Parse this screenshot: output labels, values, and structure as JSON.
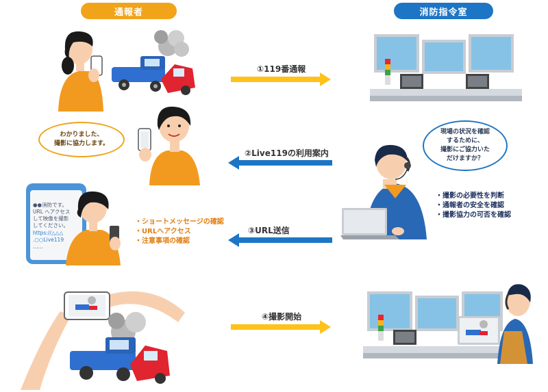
{
  "headers": {
    "reporter": "通報者",
    "command_center": "消防指令室"
  },
  "steps": [
    {
      "label": "①119番通報",
      "direction": "right"
    },
    {
      "label": "②Live119の利用案内",
      "direction": "left"
    },
    {
      "label": "③URL送信",
      "direction": "left"
    },
    {
      "label": "④撮影開始",
      "direction": "right"
    }
  ],
  "reporter_bubble": {
    "lines": [
      "わかりました、",
      "撮影に協力します。"
    ]
  },
  "dispatcher_bubble": {
    "lines": [
      "現場の状況を確認",
      "するために、",
      "撮影にご協力いた",
      "だけますか？"
    ]
  },
  "reporter_actions": [
    "・ショートメッセージの確認",
    "・URLへアクセス",
    "・注意事項の確認"
  ],
  "dispatcher_actions": [
    "・撮影の必要性を判断",
    "・通報者の安全を確認",
    "・撮影協力の可否を確認"
  ],
  "sms": {
    "lines": [
      "●●消防です。",
      "URL へアクセス",
      "して映像を撮影",
      "してください。"
    ],
    "link_lines": [
      "https://△△△",
      ".○○Live119"
    ],
    "ellipsis": "……"
  },
  "colors": {
    "orange": "#f1a31a",
    "blue": "#1d75c5",
    "yellow": "#ffc21a",
    "reporter_text": "#e27d10",
    "dispatcher_text": "#1b2f5c",
    "shirt": "#f29a20",
    "uniform": "#2968b5"
  }
}
